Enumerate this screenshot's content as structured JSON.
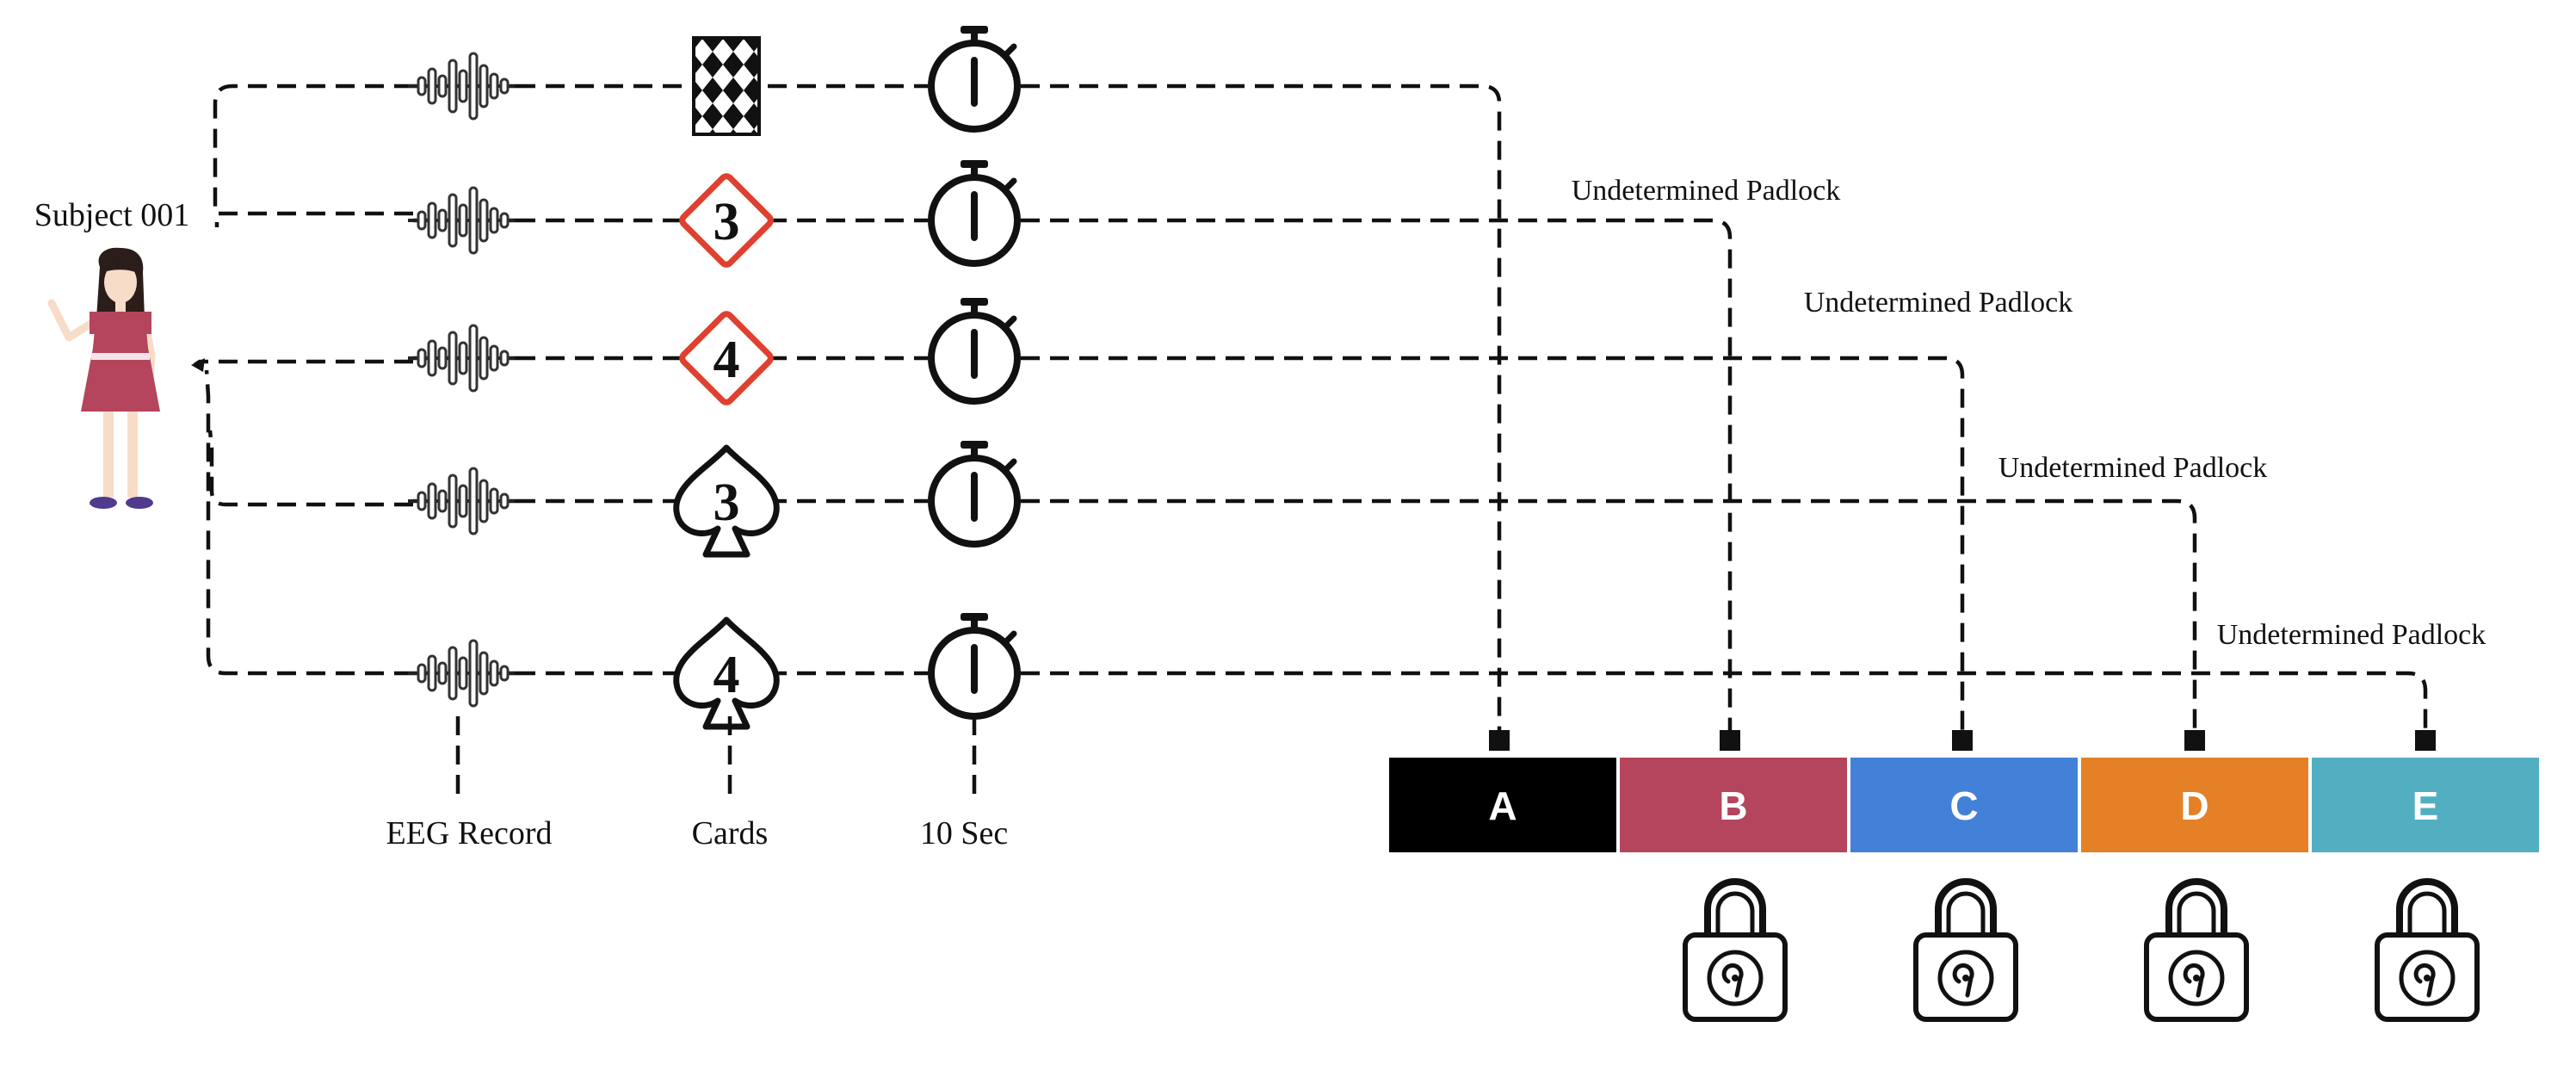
{
  "subject": {
    "label": "Subject 001"
  },
  "columns": {
    "eeg": "EEG Record",
    "cards": "Cards",
    "timer": "10 Sec"
  },
  "rows": [
    {
      "card": "back",
      "card_value": "",
      "target": "A"
    },
    {
      "card": "diamond",
      "card_value": "3",
      "target": "B"
    },
    {
      "card": "diamond",
      "card_value": "4",
      "target": "C"
    },
    {
      "card": "spade",
      "card_value": "3",
      "target": "D"
    },
    {
      "card": "spade",
      "card_value": "4",
      "target": "E"
    }
  ],
  "padlock_labels": [
    "Undetermined Padlock",
    "Undetermined Padlock",
    "Undetermined Padlock",
    "Undetermined Padlock"
  ],
  "boxes": [
    {
      "label": "A",
      "color": "#000000",
      "locked": false
    },
    {
      "label": "B",
      "color": "#b5455c",
      "locked": true
    },
    {
      "label": "C",
      "color": "#4380d8",
      "locked": true
    },
    {
      "label": "D",
      "color": "#e48026",
      "locked": true
    },
    {
      "label": "E",
      "color": "#52afc2",
      "locked": true
    }
  ],
  "colors": {
    "line": "#111111",
    "diamond": "#e0402f",
    "skin": "#f7dcc8",
    "dress": "#b5455c",
    "hair": "#2b1d1a"
  },
  "icons": {
    "eeg": "waveform-icon",
    "timer": "stopwatch-icon",
    "lock": "padlock-icon",
    "person": "girl-figure"
  }
}
